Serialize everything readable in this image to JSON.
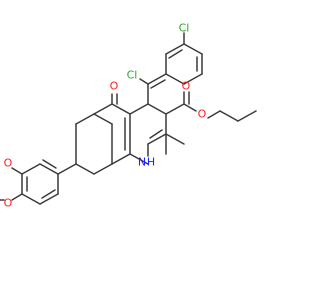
{
  "colors": {
    "bond": "#3a3a3a",
    "oxygen": "#ff2020",
    "nitrogen": "#2020ff",
    "chlorine": "#2aa82a"
  },
  "atoms": {
    "cl_top": "Cl",
    "cl_ortho": "Cl",
    "o_ketone": "O",
    "o_ester_carbonyl": "O",
    "o_ester": "O",
    "o_methoxy_upper": "O",
    "o_methoxy_lower": "O",
    "nh_n": "N",
    "nh_h": "H"
  }
}
